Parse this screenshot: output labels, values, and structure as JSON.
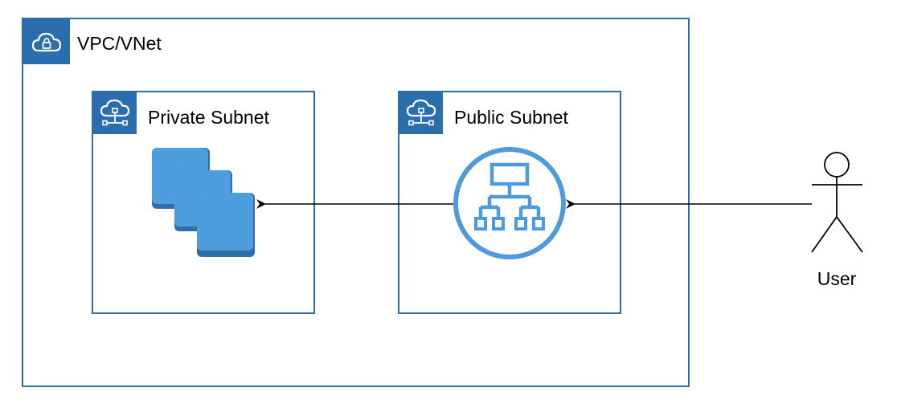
{
  "vpc": {
    "label": "VPC/VNet",
    "icon": "vpc-cloud-lock-icon"
  },
  "private_subnet": {
    "label": "Private Subnet",
    "icon": "subnet-cloud-icon",
    "content_icon": "instances-stack-icon"
  },
  "public_subnet": {
    "label": "Public Subnet",
    "icon": "subnet-cloud-icon",
    "content_icon": "load-balancer-icon"
  },
  "user": {
    "label": "User",
    "icon": "user-stick-figure-icon"
  },
  "connections": [
    {
      "from": "user",
      "to": "load-balancer",
      "style": "arrow"
    },
    {
      "from": "load-balancer",
      "to": "instances",
      "style": "arrow"
    }
  ],
  "colors": {
    "frame": "#2a6ead",
    "instance_fill": "#4e9ddd",
    "instance_shadow": "#2f6ea8",
    "load_balancer": "#4d9ade",
    "line": "#000000"
  }
}
